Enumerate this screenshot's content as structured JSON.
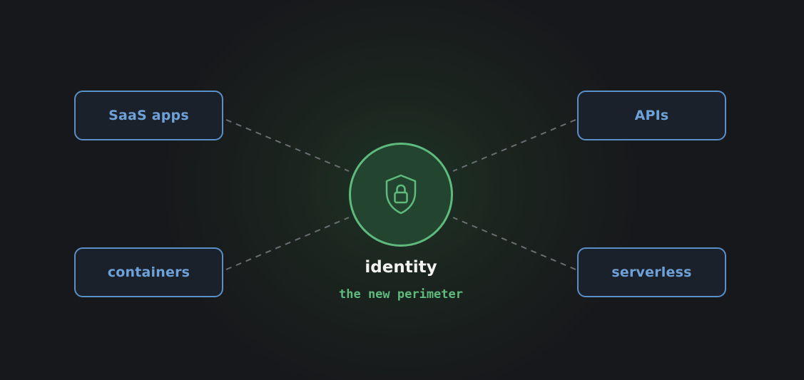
{
  "nodes": {
    "top_left": "SaaS apps",
    "bottom_left": "containers",
    "top_right": "APIs",
    "bottom_right": "serverless"
  },
  "hub": {
    "title": "identity",
    "subtitle": "the new perimeter",
    "icon": "shield-lock-icon"
  },
  "colors": {
    "background": "#17181b",
    "node_border": "#5b8fc7",
    "node_text": "#6ea1d8",
    "hub_accent": "#5fba7d",
    "hub_fill": "#234530",
    "connector": "#6a6d72"
  }
}
